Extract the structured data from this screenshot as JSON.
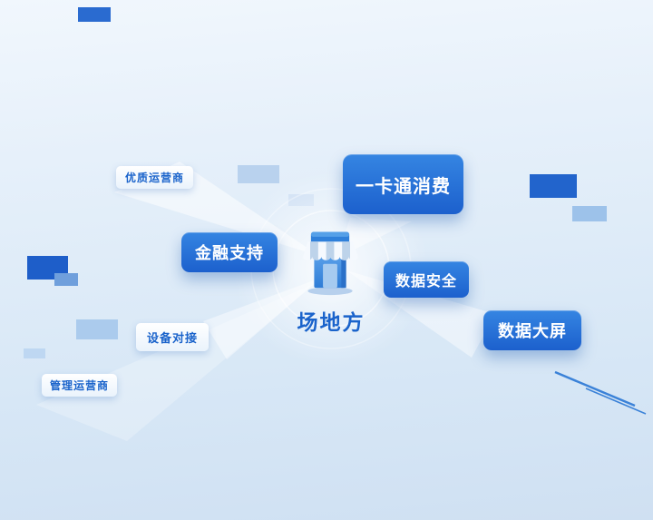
{
  "diagram": {
    "center": {
      "label": "场地方",
      "icon": "storefront-icon"
    },
    "nodes": [
      {
        "id": "premium-operator",
        "label": "优质运营商",
        "style": "light"
      },
      {
        "id": "one-card-consumption",
        "label": "一卡通消费",
        "style": "primary-large"
      },
      {
        "id": "financial-support",
        "label": "金融支持",
        "style": "primary"
      },
      {
        "id": "data-security",
        "label": "数据安全",
        "style": "primary"
      },
      {
        "id": "data-big-screen",
        "label": "数据大屏",
        "style": "primary"
      },
      {
        "id": "device-docking",
        "label": "设备对接",
        "style": "light"
      },
      {
        "id": "management-operator",
        "label": "管理运营商",
        "style": "light"
      }
    ],
    "colors": {
      "primary_box_top": "#3585e2",
      "primary_box_bottom": "#1c60cd",
      "primary_box_text": "#ffffff",
      "light_box_background": "#ffffff",
      "light_box_text": "#1a63cb",
      "center_label_text": "#1a63cb",
      "background_top": "#f1f7fd",
      "background_bottom": "#cfe0f2",
      "decor_dark_blue": "#2264cc",
      "decor_light_blue": "#b9d2ee"
    }
  }
}
